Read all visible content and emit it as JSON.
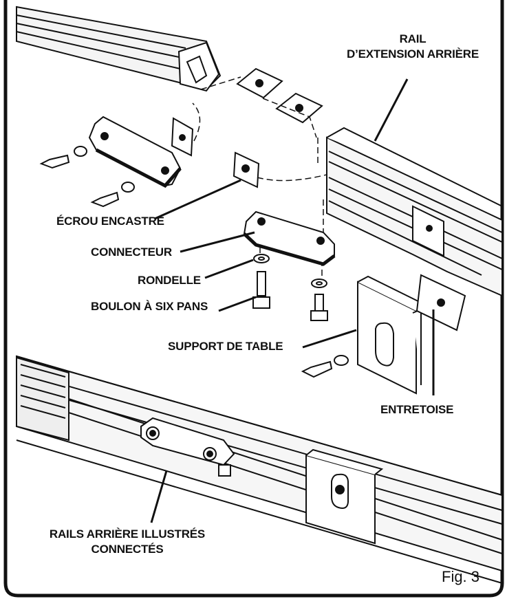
{
  "labels": {
    "rear_rail_line1": "RAIL",
    "rear_rail_line2": "D’EXTENSION ARRIÈRE",
    "nut": "ÉCROU ENCASTRÉ",
    "connector": "CONNECTEUR",
    "washer": "RONDELLE",
    "bolt": "BOULON À SIX PANS",
    "table_support": "SUPPORT DE TABLE",
    "spacer": "ENTRETOISE",
    "connected_line1": "RAILS ARRIÈRE ILLUSTRÉS",
    "connected_line2": "CONNECTÉS"
  },
  "figure_number": "Fig. 3"
}
